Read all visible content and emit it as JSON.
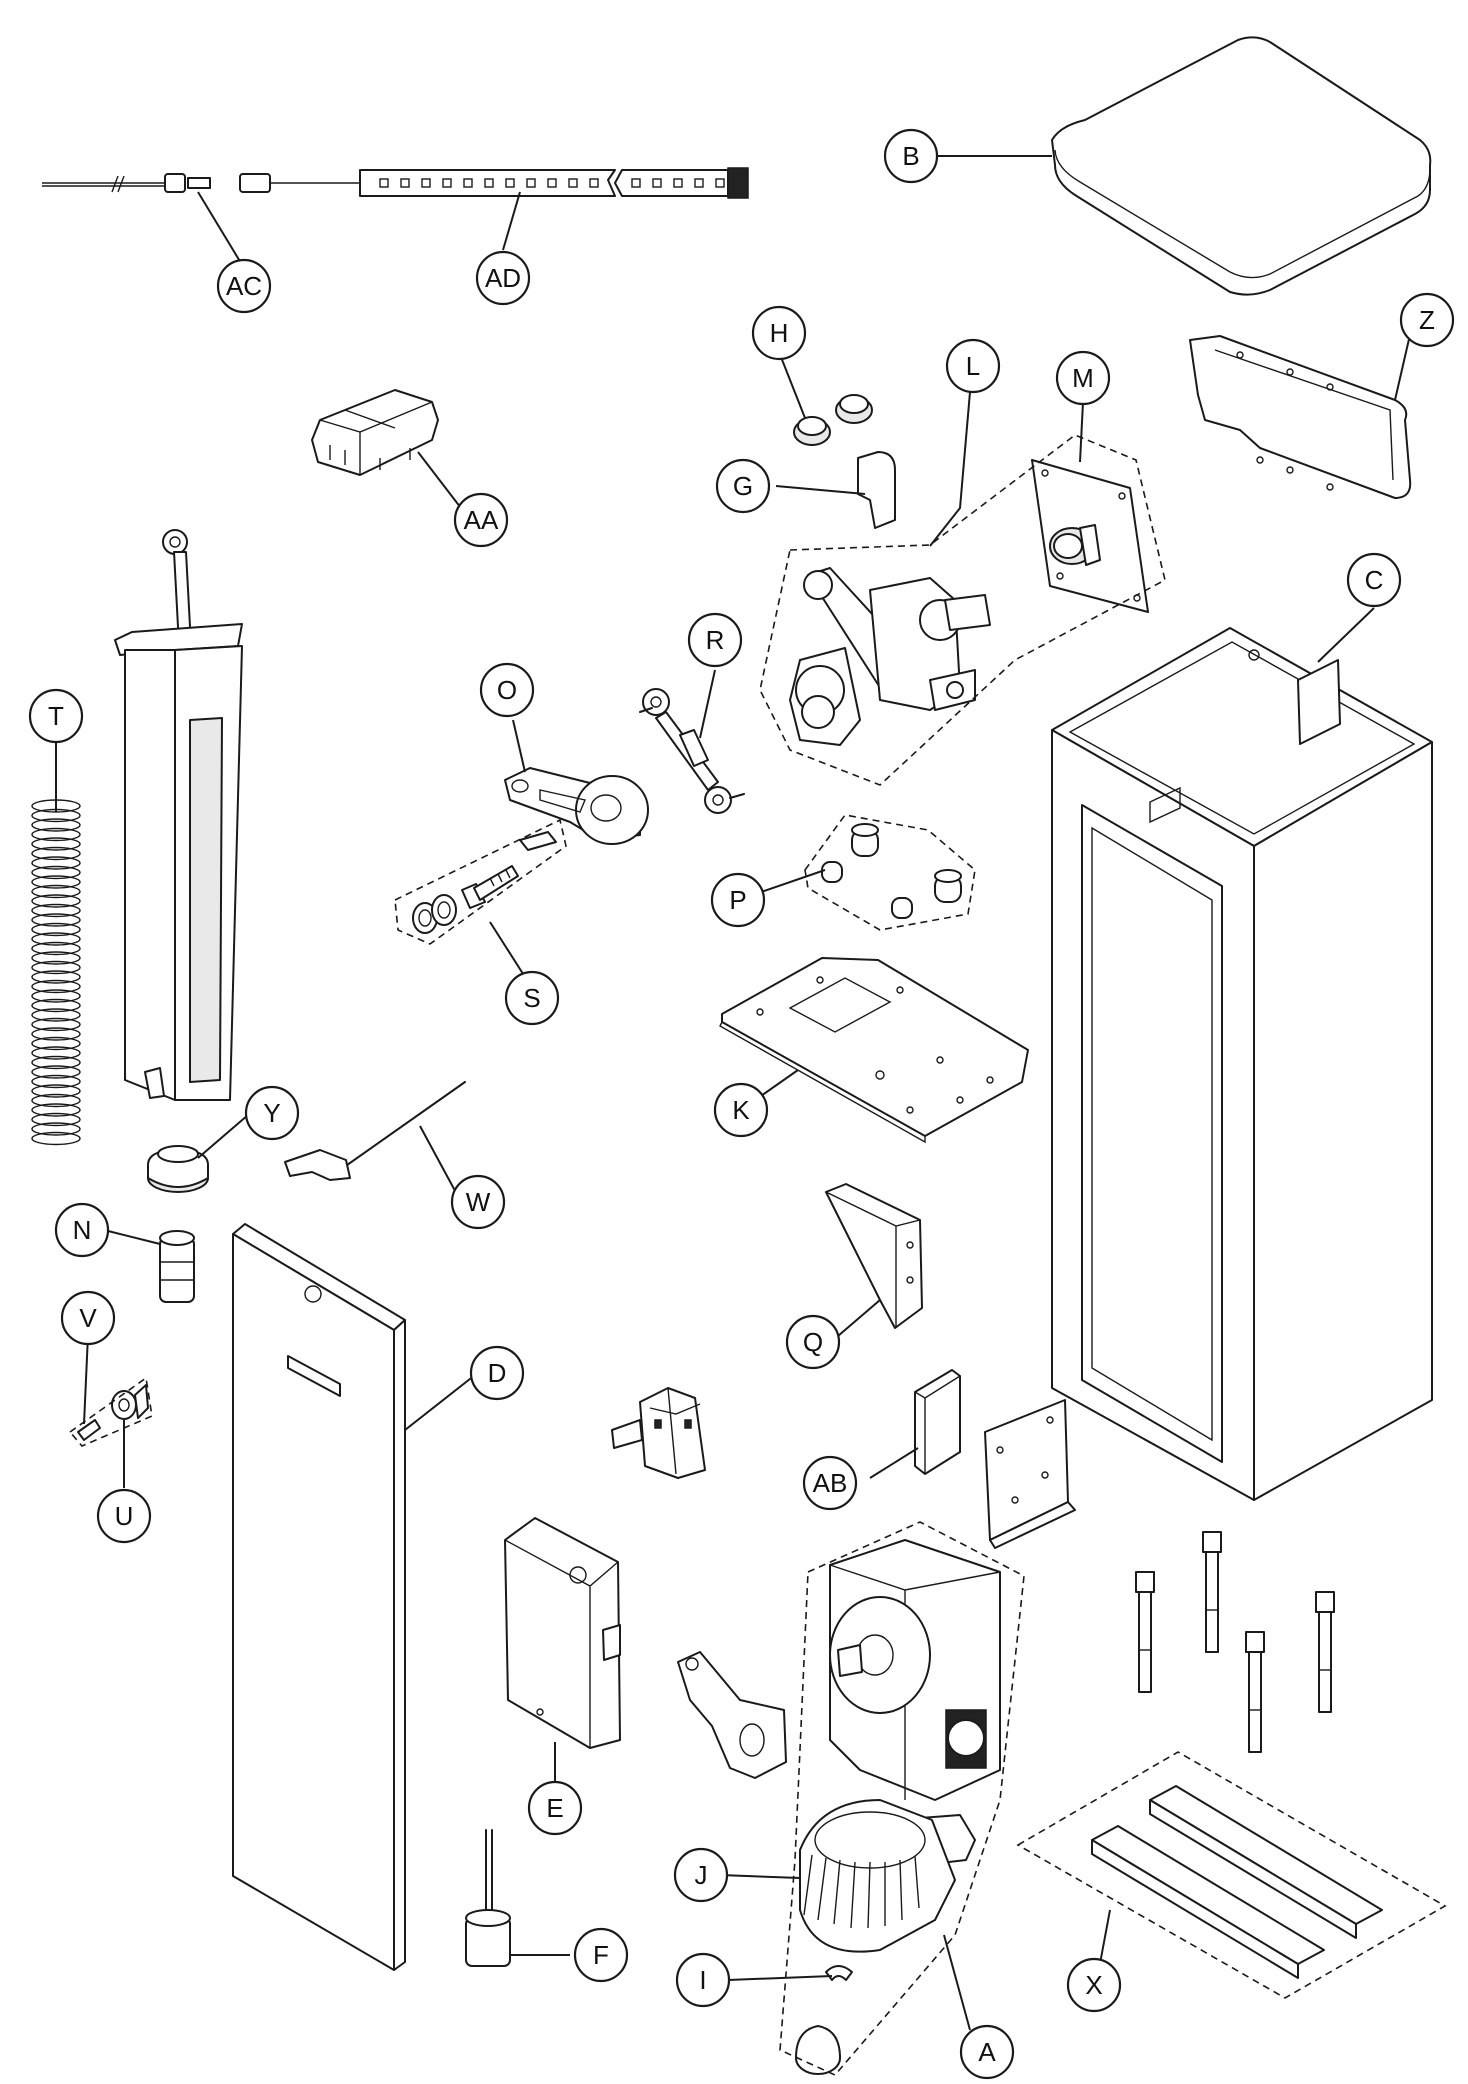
{
  "labels": {
    "A": "A",
    "B": "B",
    "C": "C",
    "D": "D",
    "E": "E",
    "F": "F",
    "G": "G",
    "H": "H",
    "I": "I",
    "J": "J",
    "K": "K",
    "L": "L",
    "M": "M",
    "N": "N",
    "O": "O",
    "P": "P",
    "Q": "Q",
    "R": "R",
    "S": "S",
    "T": "T",
    "U": "U",
    "V": "V",
    "W": "W",
    "X": "X",
    "Y": "Y",
    "Z": "Z",
    "AA": "AA",
    "AB": "AB",
    "AC": "AC",
    "AD": "AD"
  }
}
